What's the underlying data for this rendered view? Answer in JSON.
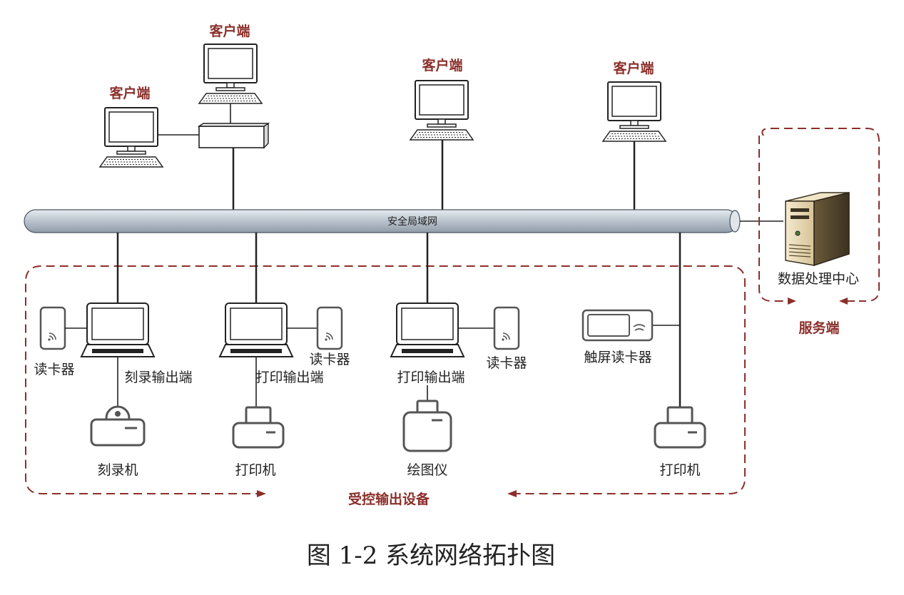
{
  "labels": {
    "client_1": "客户端",
    "client_2": "客户端",
    "client_3": "客户端",
    "client_4": "客户端",
    "lan": "安全局域网",
    "datacenter": "数据处理中心",
    "server_group": "服务端",
    "controlled_group": "受控输出设备",
    "card_reader_1": "读卡器",
    "burn_terminal": "刻录输出端",
    "burner": "刻录机",
    "card_reader_2": "读卡器",
    "print_terminal_1": "打印输出端",
    "printer_1": "打印机",
    "print_terminal_2": "打印输出端",
    "card_reader_3": "读卡器",
    "plotter": "绘图仪",
    "touch_card_reader": "触屏读卡器",
    "printer_2": "打印机",
    "caption": "图 1-2 系统网络拓扑图"
  },
  "colors": {
    "accent": "#8b2f2a",
    "line": "#1a1a1a",
    "device": "#555555",
    "bus": "#c8d0d8"
  },
  "icons": [
    "desktop-computer-icon",
    "switch-icon",
    "server-icon",
    "laptop-icon",
    "card-reader-icon",
    "printer-icon",
    "burner-icon",
    "plotter-icon",
    "touch-card-reader-icon"
  ]
}
